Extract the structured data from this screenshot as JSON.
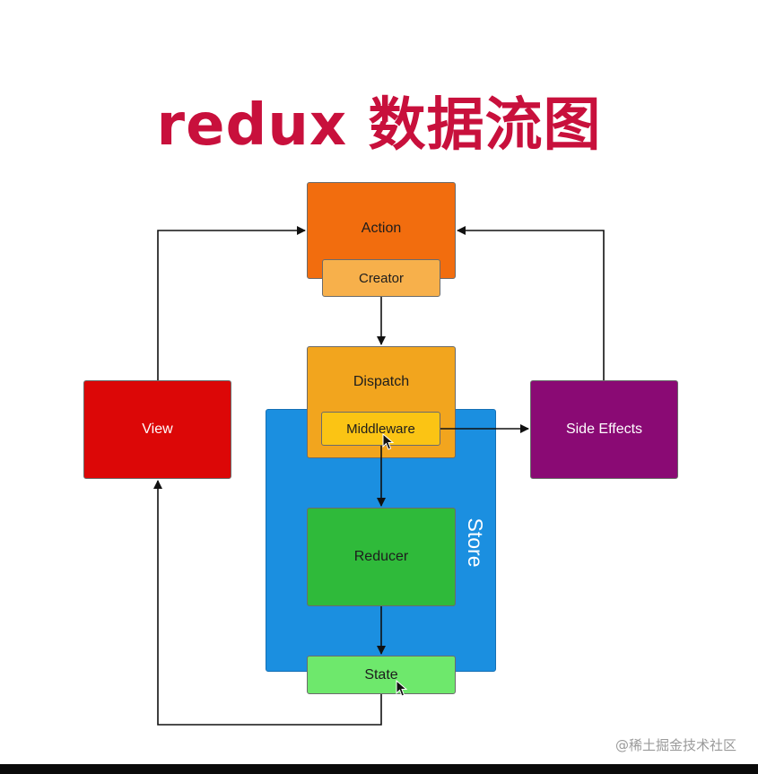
{
  "title": "redux 数据流图",
  "nodes": {
    "action": "Action",
    "creator": "Creator",
    "dispatch": "Dispatch",
    "middleware": "Middleware",
    "reducer": "Reducer",
    "state": "State",
    "view": "View",
    "side_effects": "Side Effects",
    "store": "Store"
  },
  "colors": {
    "title": "#c8103c",
    "action": "#f26d0e",
    "creator": "#f7b04b",
    "dispatch": "#f2a51e",
    "middleware": "#fbc414",
    "store": "#1b8fe0",
    "reducer": "#2fba3a",
    "state": "#6ee86c",
    "view": "#dc0707",
    "side_effects": "#8a0a74"
  },
  "watermark": "@稀土掘金技术社区"
}
